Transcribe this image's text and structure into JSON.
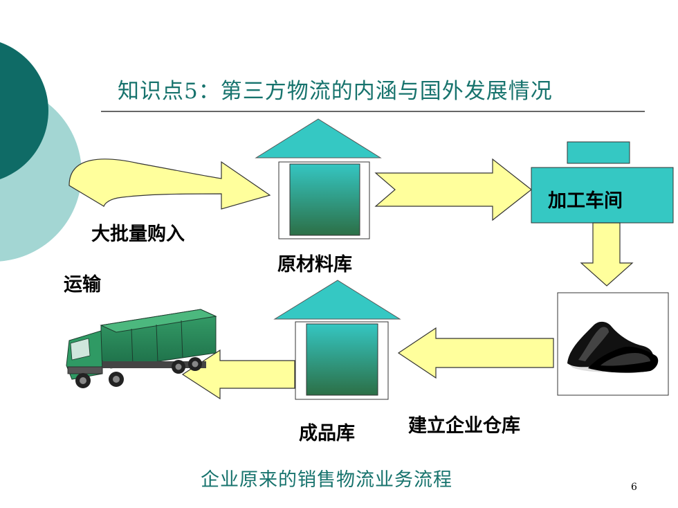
{
  "slide": {
    "title": "知识点5：第三方物流的内涵与国外发展情况",
    "caption": "企业原来的销售物流业务流程",
    "page_number": "6"
  },
  "nodes": {
    "bulk_purchase": "大批量购入",
    "raw_material_warehouse": "原材料库",
    "processing_workshop": "加工车间",
    "transport": "运输",
    "finished_goods_warehouse": "成品库",
    "build_warehouse": "建立企业仓库"
  },
  "icons": {
    "truck": "truck-icon",
    "shoes": "shoes-image"
  },
  "colors": {
    "title_text": "#17736d",
    "teal": "#35c8c3",
    "arrow_fill": "#ffff9c",
    "circle_dark": "#0f6b66",
    "circle_light": "#9fd3d0",
    "box_green": "#2e7a54"
  }
}
